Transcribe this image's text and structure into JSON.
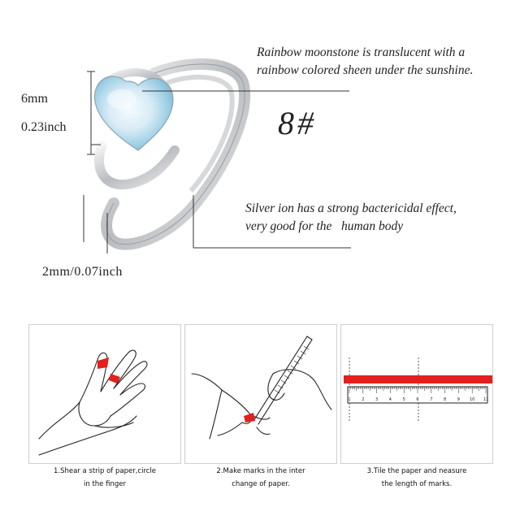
{
  "product": {
    "feature_moonstone": "Rainbow moonstone is translucent with a\nrainbow colored sheen under the sunshine.",
    "size_number": "8#",
    "feature_silver": "Silver ion has a strong bactericidal effect,\nvery good for the   human body",
    "stone_size_mm": "6mm",
    "stone_size_inch": "0.23inch",
    "band_width": "2mm/0.07inch"
  },
  "guide": {
    "steps": [
      {
        "caption": "1.Shear a strip of paper,circle\nin the finger"
      },
      {
        "caption": "2.Make marks in the inter\nchange of paper."
      },
      {
        "caption": "3.Tile the paper and neasure\nthe length of marks."
      }
    ],
    "ruler_ticks": [
      "1",
      "2",
      "3",
      "4",
      "5",
      "6",
      "7",
      "8",
      "9",
      "10",
      "11"
    ]
  },
  "colors": {
    "accent_red": "#e3201b",
    "line": "#333333"
  }
}
